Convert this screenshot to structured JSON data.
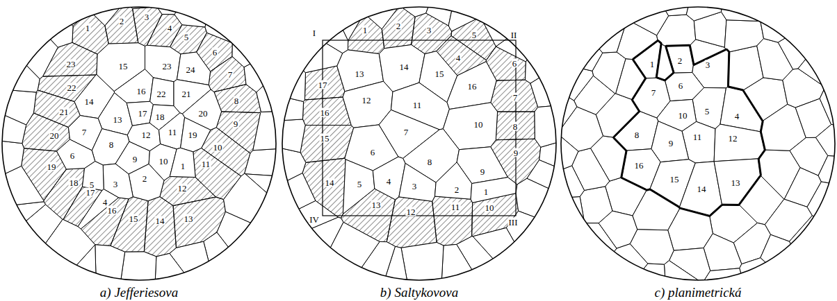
{
  "diagram": {
    "labels": [
      "1",
      "2",
      "3",
      "4",
      "5",
      "6",
      "7",
      "8",
      "9",
      "10",
      "11",
      "12",
      "13",
      "14",
      "15",
      "16",
      "17",
      "18",
      "19",
      "20",
      "21",
      "22",
      "23",
      "15",
      "23",
      "24",
      "16",
      "22",
      "21",
      "14",
      "13",
      "17",
      "18",
      "20",
      "12",
      "11",
      "19",
      "7",
      "8",
      "9",
      "10",
      "1",
      "2",
      "3",
      "4",
      "5",
      "6",
      "a) Jefferiesova",
      "1",
      "2",
      "3",
      "4",
      "5",
      "6",
      "7",
      "8",
      "9",
      "10",
      "11",
      "12",
      "13",
      "14",
      "15",
      "16",
      "17",
      "I",
      "II",
      "III",
      "IV",
      "13",
      "14",
      "15",
      "16",
      "12",
      "11",
      "6",
      "7",
      "10",
      "8",
      "9",
      "5",
      "4",
      "3",
      "2",
      "1",
      "b) Saltykovova",
      "1",
      "2",
      "3",
      "6",
      "7",
      "5",
      "4",
      "10",
      "8",
      "11",
      "12",
      "9",
      "16",
      "15",
      "14",
      "13",
      "c) planimetrická"
    ]
  }
}
